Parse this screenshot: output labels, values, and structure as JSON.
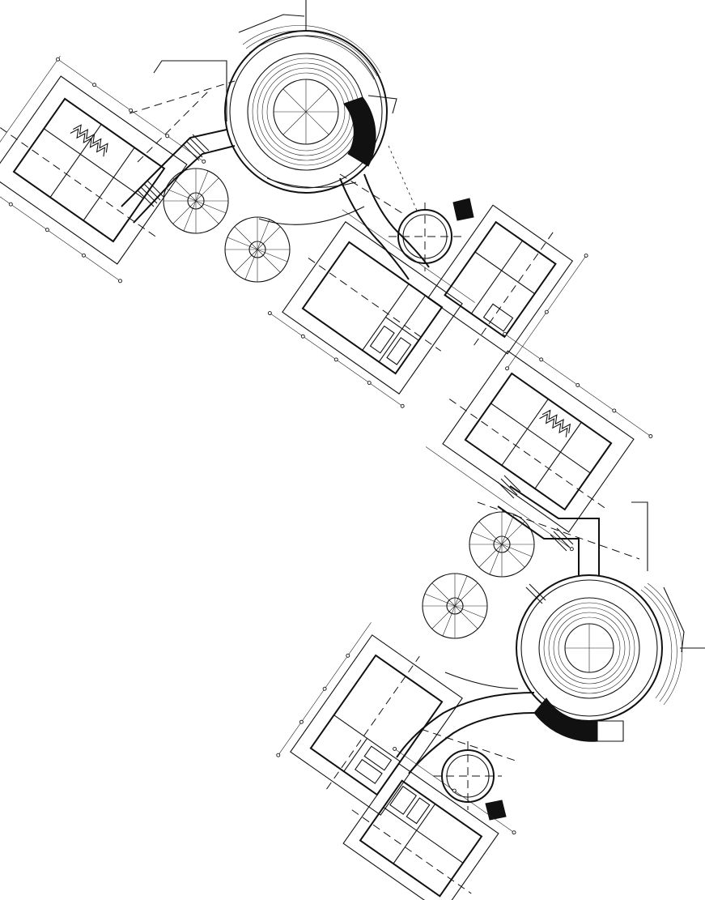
{
  "drawing": {
    "kind": "architectural-site-plan",
    "stroke_color": "#111111",
    "background_color": "#ffffff",
    "plans": [
      {
        "id": "plan-upper",
        "parts": [
          "rectangular-wing-left",
          "stair-block",
          "round-tower",
          "solid-wedge-stair",
          "curved-walkway",
          "small-rotunda",
          "rectangular-wing-center",
          "rectangular-wing-right",
          "tree-1",
          "tree-2"
        ]
      },
      {
        "id": "plan-lower",
        "parts": [
          "rectangular-wing-top",
          "stair-block",
          "round-tower",
          "solid-wedge-stair",
          "curved-walkway",
          "small-rotunda",
          "rectangular-wing-left",
          "rectangular-wing-bottom",
          "tree-1",
          "tree-2"
        ]
      }
    ]
  }
}
